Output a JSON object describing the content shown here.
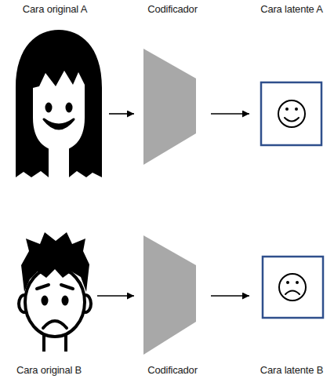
{
  "diagram": {
    "nodes": [
      {
        "text": [
          "Cara original A"
        ]
      },
      {
        "text": [
          "Codificador"
        ]
      },
      {
        "text": [
          "Cara latente A"
        ]
      },
      {
        "text": [
          "Cara original B"
        ]
      },
      {
        "text": [
          "Codificador"
        ]
      },
      {
        "text": [
          "Cara latente B"
        ]
      }
    ],
    "edges": [
      {
        "from": 0,
        "to": 1,
        "arrow": "to"
      },
      {
        "from": 1,
        "to": 2,
        "arrow": "to"
      },
      {
        "from": 3,
        "to": 4,
        "arrow": "to"
      },
      {
        "from": 4,
        "to": 5,
        "arrow": "to"
      }
    ]
  }
}
